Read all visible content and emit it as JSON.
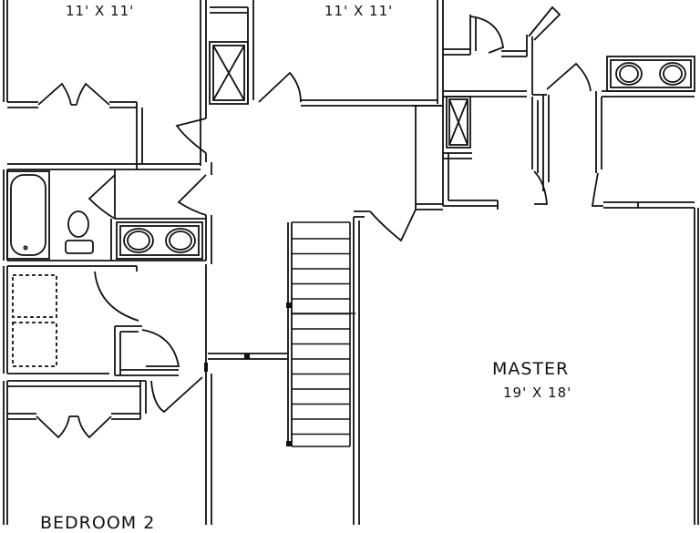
{
  "rooms": {
    "upper_left": {
      "name": "",
      "dimensions": "11' X 11'"
    },
    "upper_middle": {
      "name": "",
      "dimensions": "11' X 11'"
    },
    "master": {
      "name": "MASTER",
      "dimensions": "19' X 18'"
    },
    "bedroom_lower": {
      "name": "BEDROOM 2",
      "dimensions": ""
    }
  },
  "colors": {
    "line": "#111111",
    "fill": "#ffffff"
  }
}
